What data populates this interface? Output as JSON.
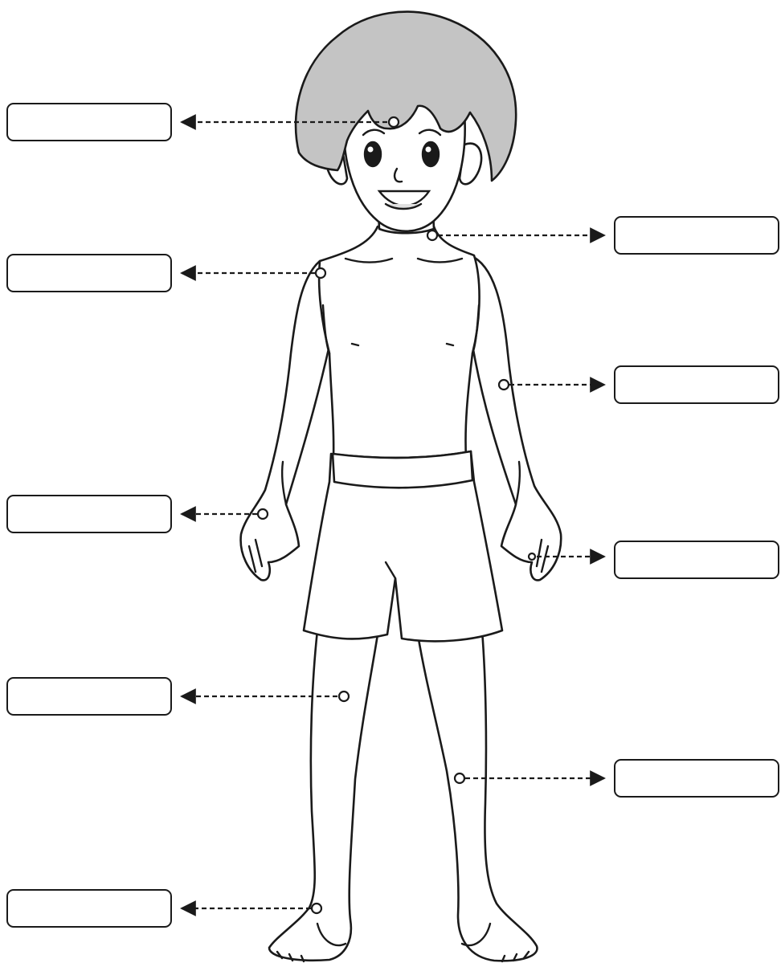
{
  "worksheet": {
    "label_boxes": {
      "left": [
        {
          "id": "L1",
          "text": ""
        },
        {
          "id": "L2",
          "text": ""
        },
        {
          "id": "L3",
          "text": ""
        },
        {
          "id": "L4",
          "text": ""
        },
        {
          "id": "L5",
          "text": ""
        }
      ],
      "right": [
        {
          "id": "R1",
          "text": ""
        },
        {
          "id": "R2",
          "text": ""
        },
        {
          "id": "R3",
          "text": ""
        },
        {
          "id": "R4",
          "text": ""
        }
      ]
    },
    "colors": {
      "line": "#1a1a1a",
      "hair": "#bdbdbd",
      "skin": "#ffffff"
    },
    "figure": "boy-in-shorts"
  }
}
